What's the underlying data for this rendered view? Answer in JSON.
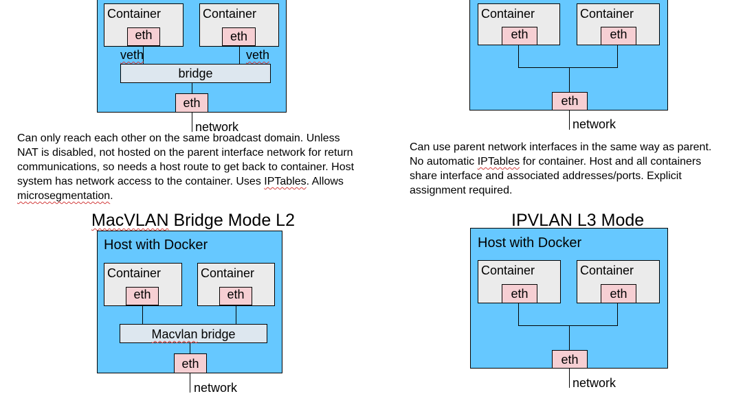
{
  "panels": {
    "tl": {
      "container_label": "Container",
      "eth": "eth",
      "veth": "veth",
      "bridge": "bridge",
      "network": "network",
      "description": [
        "Can only reach each other on the same broadcast domain.  Unless",
        "NAT is disabled, not hosted on the parent interface network for return",
        "communications, so needs a host route to get back to container.  Host",
        "system has network access to the container.  Uses ",
        "IPTables",
        ".  Allows",
        "microsegmentation",
        "."
      ]
    },
    "tr": {
      "container_label": "Container",
      "eth": "eth",
      "network": "network",
      "description": [
        "Can use parent network interfaces in the same way as parent.",
        "No automatic ",
        "IPTables",
        " for container.  Host and all containers",
        "share interface and associated addresses/ports.  Explicit",
        "assignment required."
      ]
    },
    "bl": {
      "title_prefix": "MacVLAN",
      "title_suffix": " Bridge Mode L2",
      "host_label": "Host with Docker",
      "container_label": "Container",
      "eth": "eth",
      "bridge_prefix": "Macvlan",
      "bridge_suffix": " bridge",
      "network": "network"
    },
    "br": {
      "title": "IPVLAN L3 Mode",
      "host_label": "Host with Docker",
      "container_label": "Container",
      "eth": "eth",
      "network": "network"
    }
  },
  "colors": {
    "host": "#66c8ff",
    "container": "#ebebeb",
    "eth": "#f6cfd3",
    "bridge": "#dde7ef"
  }
}
